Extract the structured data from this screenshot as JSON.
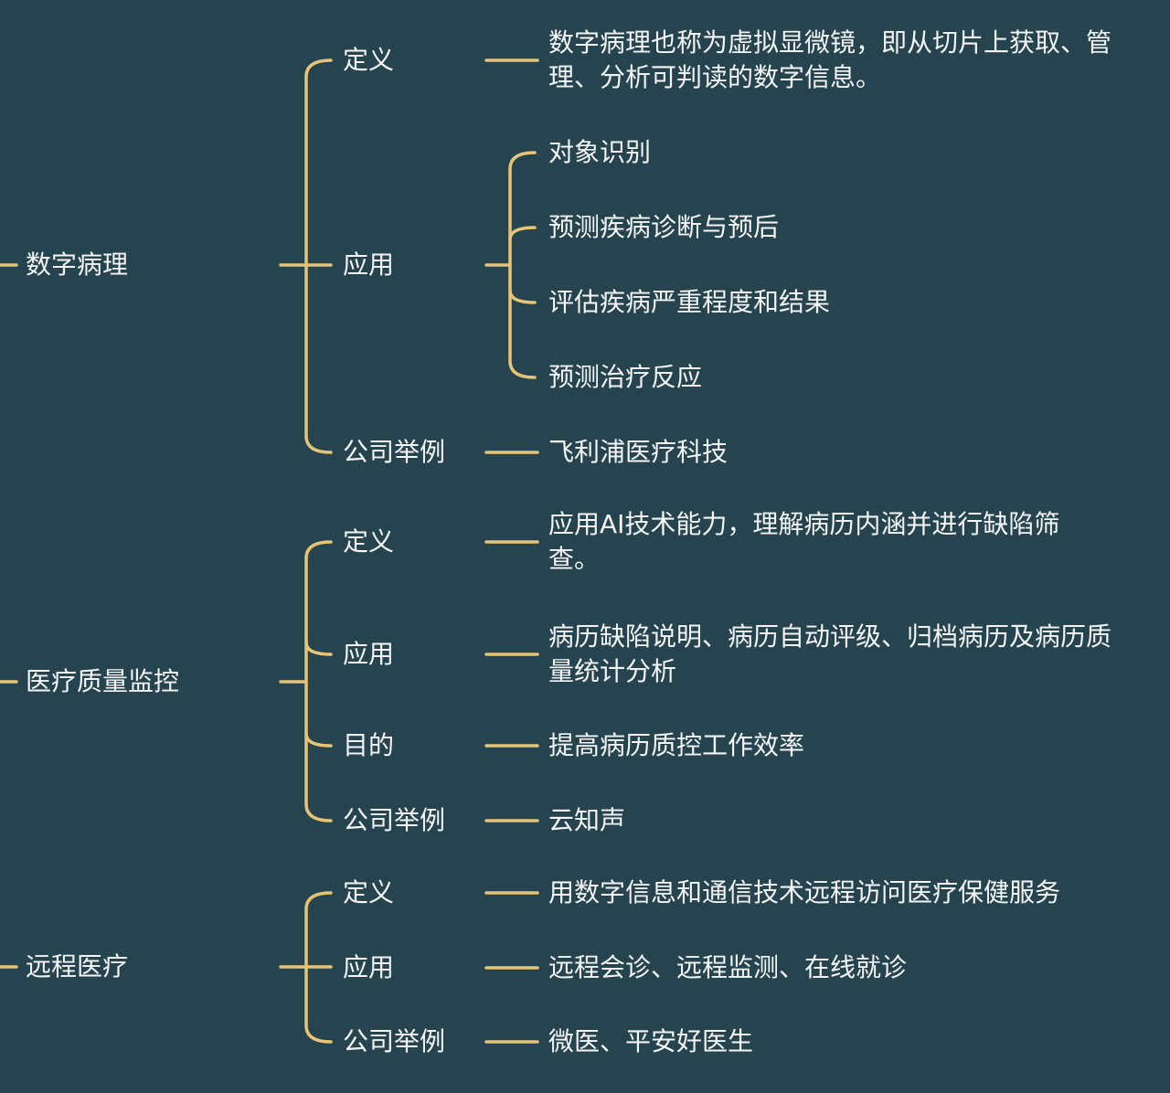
{
  "colors": {
    "background": "#26444f",
    "line": "#e6c477",
    "text": "#f4f6f7"
  },
  "branches": [
    {
      "title": "数字病理",
      "definition_label": "定义",
      "definition": "数字病理也称为虚拟显微镜，即从切片上获取、管理、分析可判读的数字信息。",
      "application_label": "应用",
      "applications": [
        "对象识别",
        "预测疾病诊断与预后",
        "评估疾病严重程度和结果",
        "预测治疗反应"
      ],
      "company_label": "公司举例",
      "company": "飞利浦医疗科技"
    },
    {
      "title": "医疗质量监控",
      "definition_label": "定义",
      "definition": "应用AI技术能力，理解病历内涵并进行缺陷筛查。",
      "application_label": "应用",
      "application": "病历缺陷说明、病历自动评级、归档病历及病历质量统计分析",
      "purpose_label": "目的",
      "purpose": "提高病历质控工作效率",
      "company_label": "公司举例",
      "company": "云知声"
    },
    {
      "title": "远程医疗",
      "definition_label": "定义",
      "definition": "用数字信息和通信技术远程访问医疗保健服务",
      "application_label": "应用",
      "application": "远程会诊、远程监测、在线就诊",
      "company_label": "公司举例",
      "company": "微医、平安好医生"
    }
  ]
}
